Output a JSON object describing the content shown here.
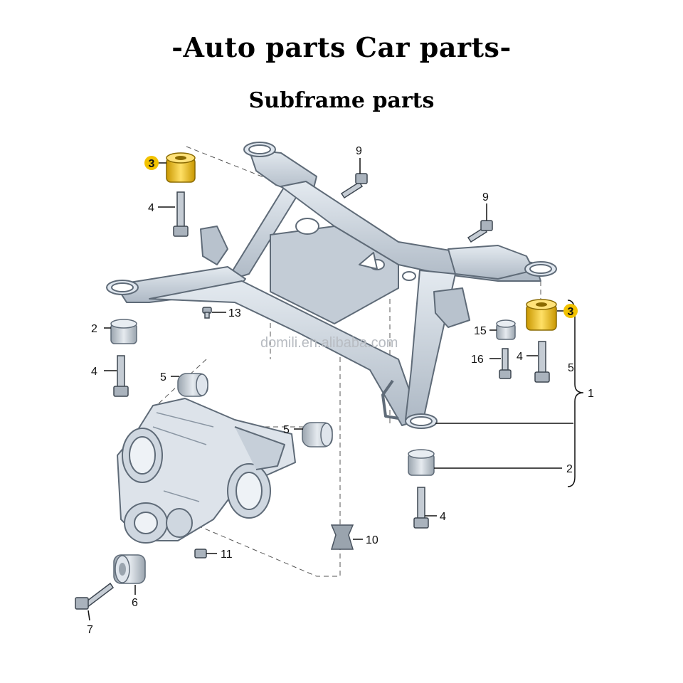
{
  "header": {
    "title": "-Auto parts Car parts-",
    "subtitle": "Subframe parts"
  },
  "watermark": "domili.en.alibaba.com",
  "colors": {
    "frame": "#c9d2dc",
    "frame_stroke": "#5f6b78",
    "bush_highlight": "#f2c200",
    "callout_badge": "#f2c200"
  },
  "callouts": {
    "c3a": "3",
    "c4a": "4",
    "c9a": "9",
    "c9b": "9",
    "c2a": "2",
    "c4b": "4",
    "c13": "13",
    "c5a": "5",
    "c15": "15",
    "c16": "16",
    "c4c": "4",
    "c3b": "3",
    "c5side": "5",
    "c1": "1",
    "c5b": "5",
    "c2b": "2",
    "c4d": "4",
    "c10": "10",
    "c11": "11",
    "c6": "6",
    "c7": "7"
  }
}
